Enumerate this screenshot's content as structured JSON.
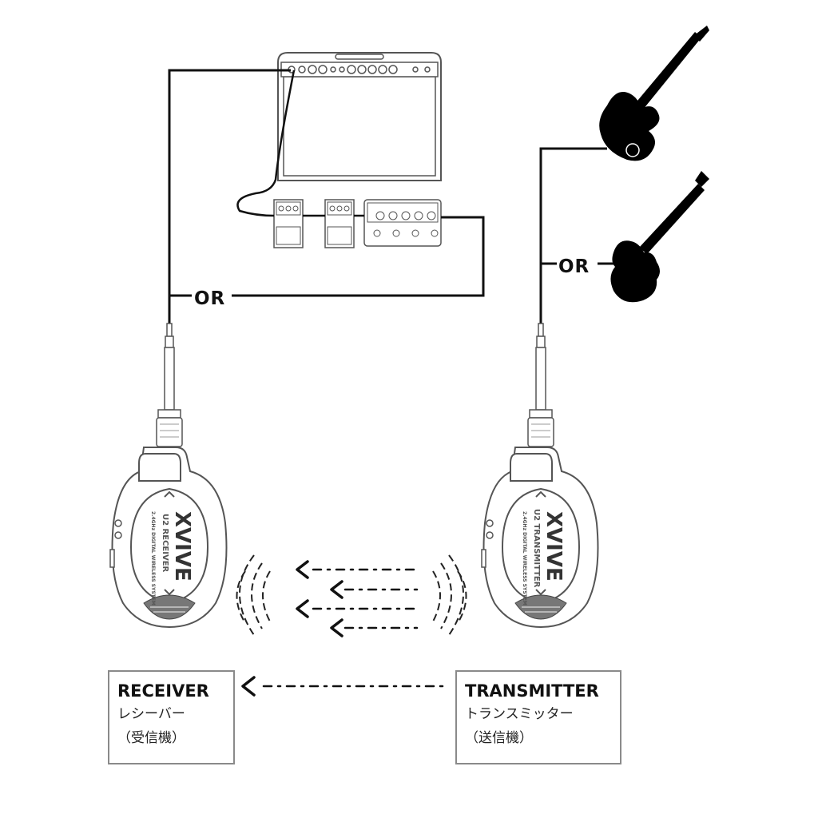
{
  "connections": {
    "left_or_label": "OR",
    "right_or_label": "OR"
  },
  "receiver_unit": {
    "logo_text": "XVIVE",
    "model_text": "U2 RECEIVER",
    "tagline_text": "2.4GHz DIGITAL WIRELESS SYSTEM"
  },
  "transmitter_unit": {
    "logo_text": "XVIVE",
    "model_text": "U2 TRANSMITTER",
    "tagline_text": "2.4GHz DIGITAL WIRELESS SYSTEM"
  },
  "labels": {
    "receiver": {
      "title": "RECEIVER",
      "jp_line1": "レシーバー",
      "jp_line2": "（受信機）"
    },
    "transmitter": {
      "title": "TRANSMITTER",
      "jp_line1": "トランスミッター",
      "jp_line2": "（送信機）"
    }
  },
  "colors": {
    "line": "#111111",
    "outline": "#555555",
    "box_border": "#8a8a8a"
  }
}
